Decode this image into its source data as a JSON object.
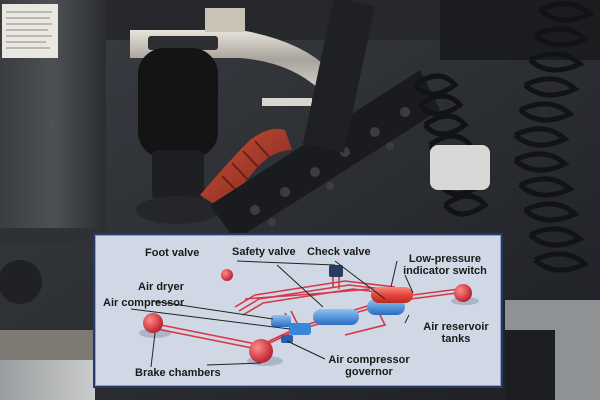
{
  "photo": {
    "description_visible_text": "",
    "colors": {
      "truck_frame": "#1c1d20",
      "air_hose": "#b43a26",
      "chrome": "#c8c4bb",
      "air_bellows": "#151515"
    }
  },
  "diagram": {
    "labels": {
      "foot_valve": "Foot valve",
      "safety_valve": "Safety valve",
      "check_valve": "Check valve",
      "low_pressure_line1": "Low-pressure",
      "low_pressure_line2": "indicator switch",
      "air_dryer": "Air dryer",
      "air_compressor": "Air compressor",
      "air_reservoir_line1": "Air reservoir",
      "air_reservoir_line2": "tanks",
      "brake_chambers": "Brake chambers",
      "governor_line1": "Air compressor",
      "governor_line2": "governor"
    },
    "colors": {
      "panel_bg": "#cfd8e4",
      "panel_border": "#26386b",
      "pipe_red": "#d6384a",
      "component_blue": "#3a86d8",
      "tank_red": "#e8453c",
      "leader": "#222222"
    }
  }
}
